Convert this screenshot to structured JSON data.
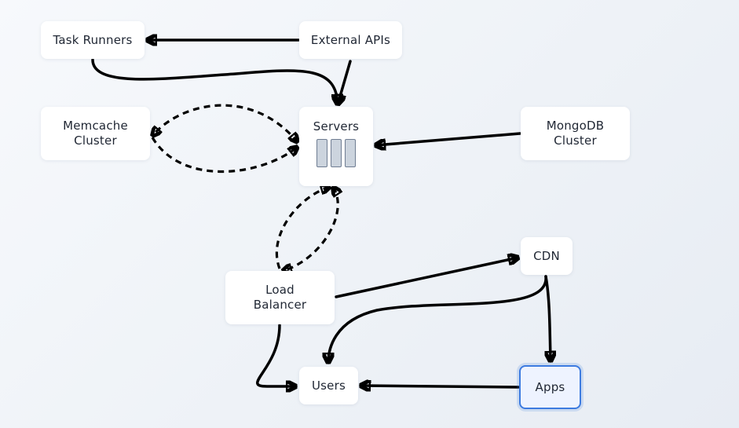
{
  "diagram": {
    "nodes": {
      "task_runners": {
        "label": "Task Runners"
      },
      "external_apis": {
        "label": "External APIs"
      },
      "memcache_cluster": {
        "line1": "Memcache",
        "line2": "Cluster"
      },
      "servers": {
        "label": "Servers"
      },
      "mongodb_cluster": {
        "line1": "MongoDB",
        "line2": "Cluster"
      },
      "cdn": {
        "label": "CDN"
      },
      "load_balancer": {
        "line1": "Load",
        "line2": "Balancer"
      },
      "users": {
        "label": "Users"
      },
      "apps": {
        "label": "Apps"
      }
    },
    "edges": [
      {
        "from": "external_apis",
        "to": "task_runners",
        "style": "solid"
      },
      {
        "from": "task_runners",
        "to": "servers",
        "style": "solid"
      },
      {
        "from": "external_apis",
        "to": "servers",
        "style": "solid"
      },
      {
        "from": "servers",
        "to": "memcache_cluster",
        "style": "dashed",
        "bidirectional": true
      },
      {
        "from": "mongodb_cluster",
        "to": "servers",
        "style": "solid"
      },
      {
        "from": "servers",
        "to": "load_balancer",
        "style": "dashed",
        "bidirectional": true
      },
      {
        "from": "load_balancer",
        "to": "cdn",
        "style": "solid"
      },
      {
        "from": "cdn",
        "to": "users",
        "style": "solid"
      },
      {
        "from": "cdn",
        "to": "apps",
        "style": "solid"
      },
      {
        "from": "load_balancer",
        "to": "users",
        "style": "solid"
      },
      {
        "from": "apps",
        "to": "users",
        "style": "solid"
      }
    ],
    "highlight_color": "#3d7be0"
  }
}
